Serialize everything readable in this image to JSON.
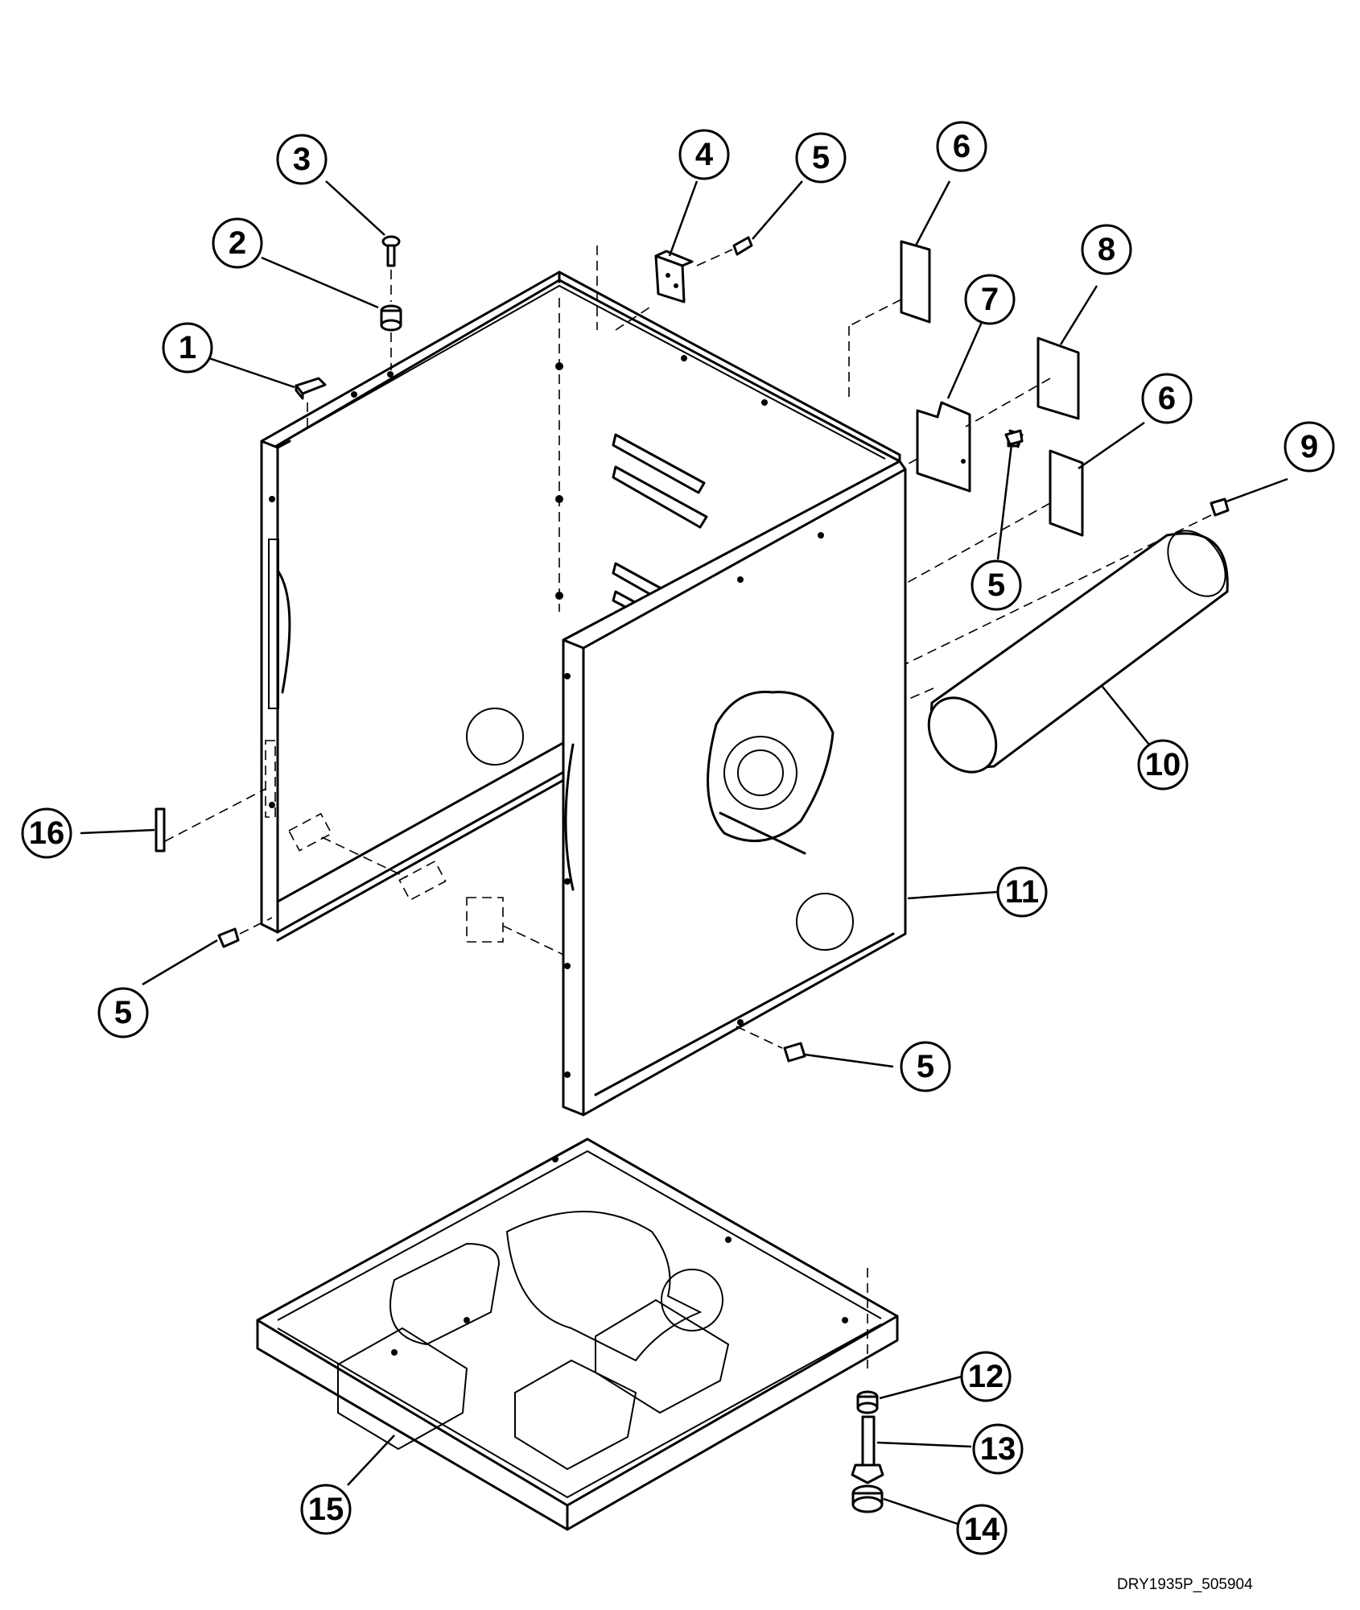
{
  "callouts": [
    {
      "id": "c1",
      "label": "1"
    },
    {
      "id": "c2",
      "label": "2"
    },
    {
      "id": "c3",
      "label": "3"
    },
    {
      "id": "c4",
      "label": "4"
    },
    {
      "id": "c5a",
      "label": "5"
    },
    {
      "id": "c6a",
      "label": "6"
    },
    {
      "id": "c7",
      "label": "7"
    },
    {
      "id": "c8",
      "label": "8"
    },
    {
      "id": "c6b",
      "label": "6"
    },
    {
      "id": "c9",
      "label": "9"
    },
    {
      "id": "c5b",
      "label": "5"
    },
    {
      "id": "c10",
      "label": "10"
    },
    {
      "id": "c11",
      "label": "11"
    },
    {
      "id": "c16",
      "label": "16"
    },
    {
      "id": "c5c",
      "label": "5"
    },
    {
      "id": "c5d",
      "label": "5"
    },
    {
      "id": "c12",
      "label": "12"
    },
    {
      "id": "c13",
      "label": "13"
    },
    {
      "id": "c14",
      "label": "14"
    },
    {
      "id": "c15",
      "label": "15"
    }
  ],
  "drawing_code": "DRY1935P_505904"
}
